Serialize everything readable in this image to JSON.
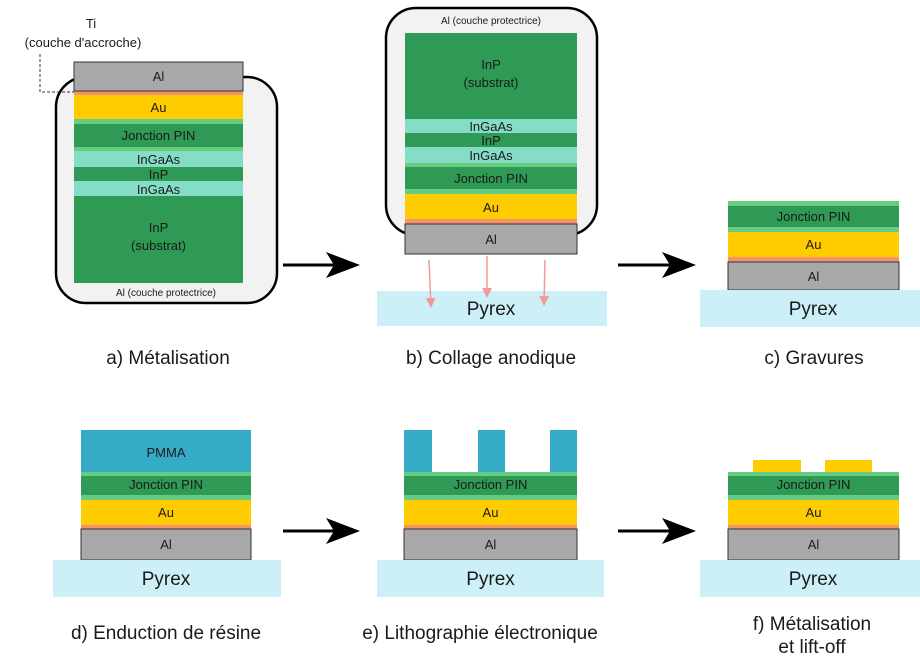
{
  "labels": {
    "al": "Al",
    "au": "Au",
    "pin": "Jonction PIN",
    "ingaas": "InGaAs",
    "inp": "InP",
    "inp_sub_1": "InP",
    "inp_sub_2": "(substrat)",
    "pyrex": "Pyrex",
    "pmma": "PMMA",
    "ti_1": "Ti",
    "ti_2": "(couche d'accroche)",
    "protective": "Al (couche protectrice)"
  },
  "captions": {
    "a": "a) Métalisation",
    "b": "b) Collage anodique",
    "c": "c) Gravures",
    "d": "d) Enduction de résine",
    "e": "e) Lithographie électronique",
    "f_1": "f) Métalisation",
    "f_2": "et lift-off"
  },
  "colors": {
    "al": "#a8a8a8",
    "au": "#ffcc00",
    "ti": "#f4926a",
    "inp": "#2e9a55",
    "ingaas": "#86ddc7",
    "light_green": "#66cc80",
    "pyrex": "#cdf0f8",
    "pmma": "#35abc8",
    "arrow": "#f29a9a"
  }
}
